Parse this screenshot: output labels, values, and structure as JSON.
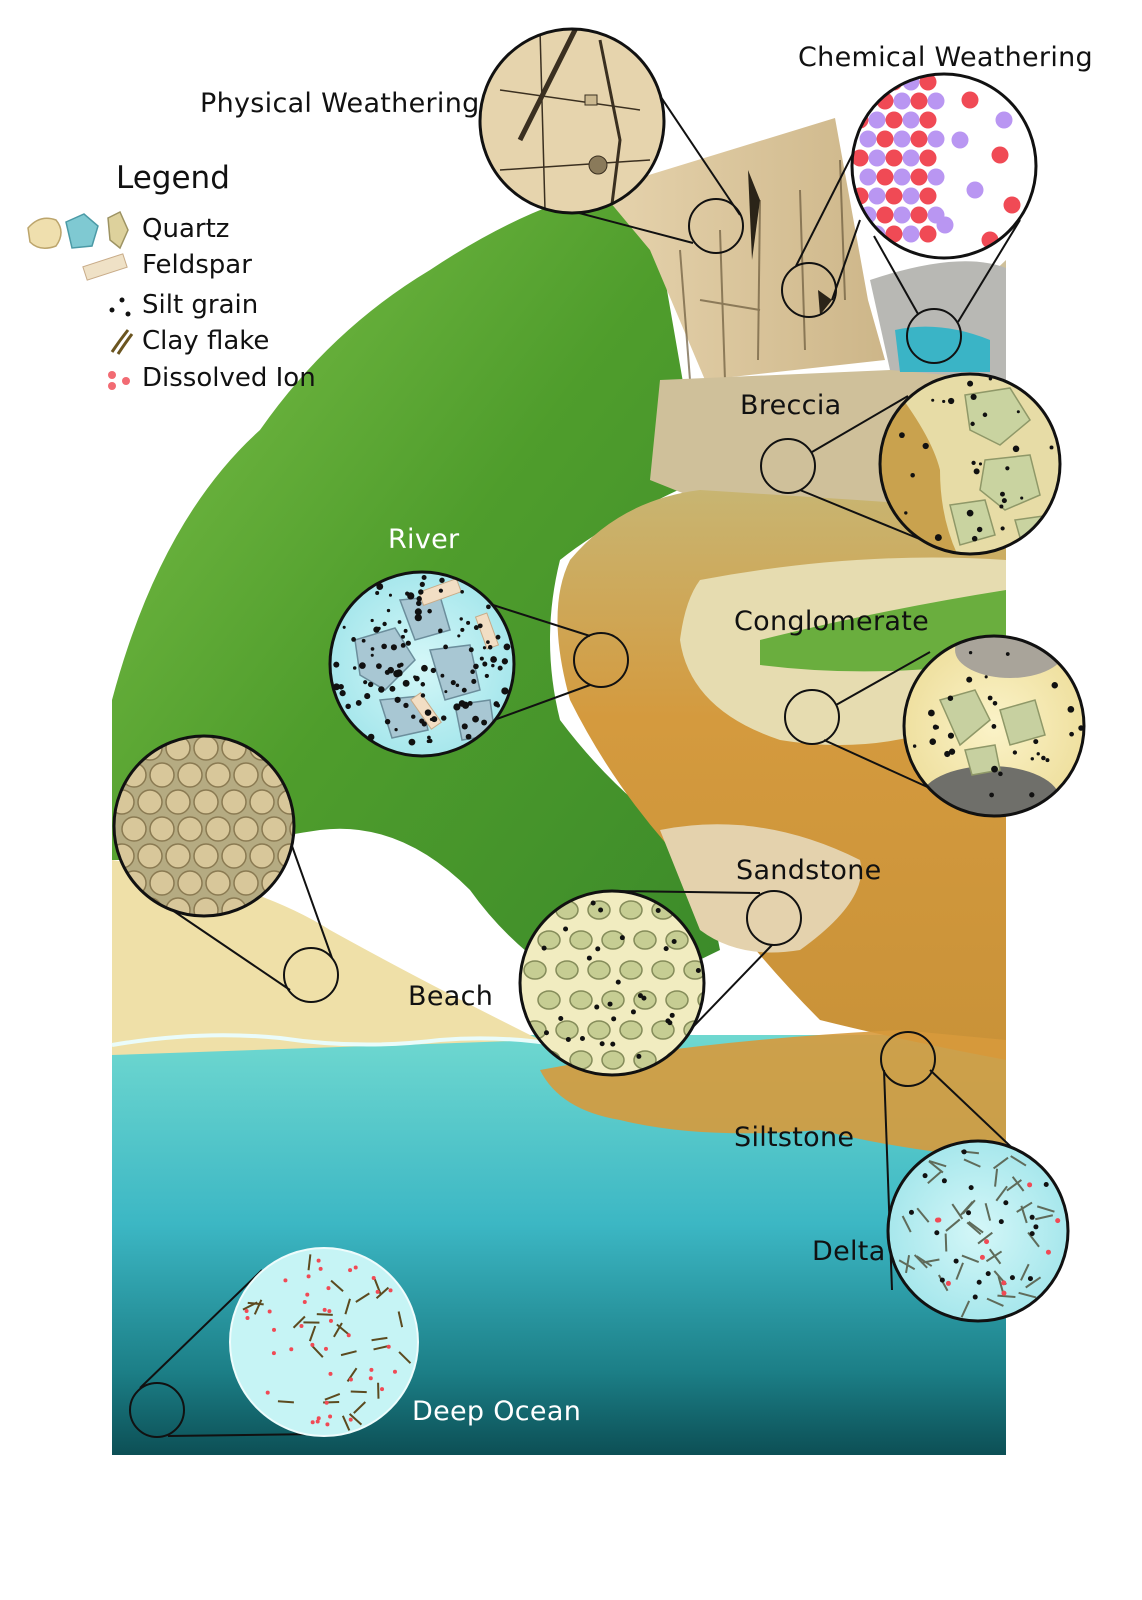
{
  "legend": {
    "title": "Legend",
    "items": [
      {
        "label": "Quartz",
        "icon": "quartz-grains-icon"
      },
      {
        "label": "Feldspar",
        "icon": "feldspar-crystal-icon"
      },
      {
        "label": "Silt grain",
        "icon": "silt-dots-icon"
      },
      {
        "label": "Clay flake",
        "icon": "clay-flake-icon"
      },
      {
        "label": "Dissolved Ion",
        "icon": "dissolved-ion-icon"
      }
    ]
  },
  "labels": {
    "physical_weathering": "Physical Weathering",
    "chemical_weathering": "Chemical Weathering",
    "breccia": "Breccia",
    "river": "River",
    "conglomerate": "Conglomerate",
    "sandstone": "Sandstone",
    "beach": "Beach",
    "siltstone": "Siltstone",
    "delta": "Delta",
    "deep_ocean": "Deep Ocean"
  },
  "colors": {
    "grass": "#5aa52e",
    "cliff": "#d9c49a",
    "river_sediment": "#d79a3c",
    "sand": "#efe0a8",
    "shallow_water": "#5ccfcf",
    "deep_water": "#0f6268",
    "inset_water": "#bff1f3",
    "ion_red": "#f04a55",
    "ion_purple": "#b996f2"
  }
}
